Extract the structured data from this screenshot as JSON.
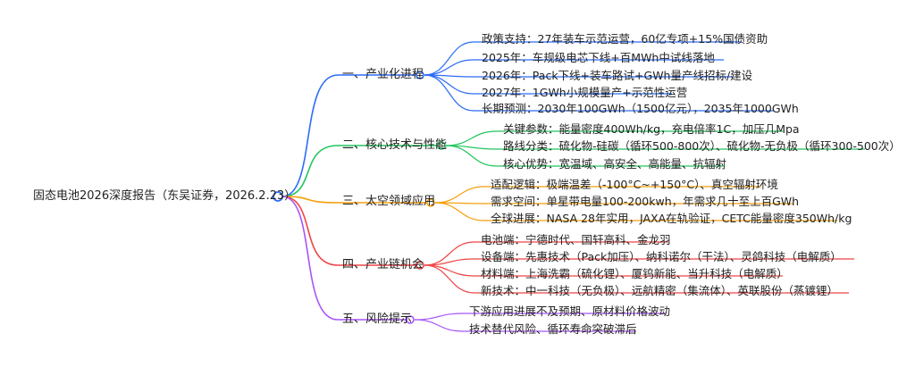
{
  "root": {
    "label": "固态电池2026深度报告（东吴证券，2026.2.23）",
    "color": "#2b6cf6"
  },
  "branches": [
    {
      "label": "一、产业化进程",
      "color": "#2b6cf6",
      "children": [
        "政策支持：27年装车示范运营，60亿专项+15%国债资助",
        "2025年：车规级电芯下线+百MWh中试线落地",
        "2026年：Pack下线+装车路试+GWh量产线招标/建设",
        "2027年：1GWh小规模量产+示范性运营",
        "长期预测：2030年100GWh（1500亿元），2035年1000GWh"
      ]
    },
    {
      "label": "二、核心技术与性能",
      "color": "#22c55e",
      "children": [
        "关键参数：能量密度400Wh/kg，充电倍率1C，加压几Mpa",
        "路线分类：硫化物-硅碳（循环500-800次）、硫化物-无负极（循环300-500次）",
        "核心优势：宽温域、高安全、高能量、抗辐射"
      ]
    },
    {
      "label": "三、太空领域应用",
      "color": "#f59e0b",
      "children": [
        "适配逻辑：极端温差（-100°C~+150°C）、真空辐射环境",
        "需求空间：单星带电量100-200kwh，年需求几十至上百GWh",
        "全球进展：NASA 28年实用，JAXA在轨验证，CETC能量密度350Wh/kg"
      ]
    },
    {
      "label": "四、产业链机会",
      "color": "#ef4444",
      "children": [
        "电池端：宁德时代、国轩高科、金龙羽",
        "设备端：先惠技术（Pack加压）、纳科诺尔（干法）、灵鸽科技（电解质）",
        "材料端：上海洗霸（硫化锂）、厦钨新能、当升科技（电解质）",
        "新技术：中一科技（无负极）、远航精密（集流体）、英联股份（蒸镀锂）"
      ]
    },
    {
      "label": "五、风险提示",
      "color": "#a855f7",
      "children": [
        "下游应用进展不及预期、原材料价格波动",
        "技术替代风险、循环寿命突破滞后"
      ]
    }
  ]
}
